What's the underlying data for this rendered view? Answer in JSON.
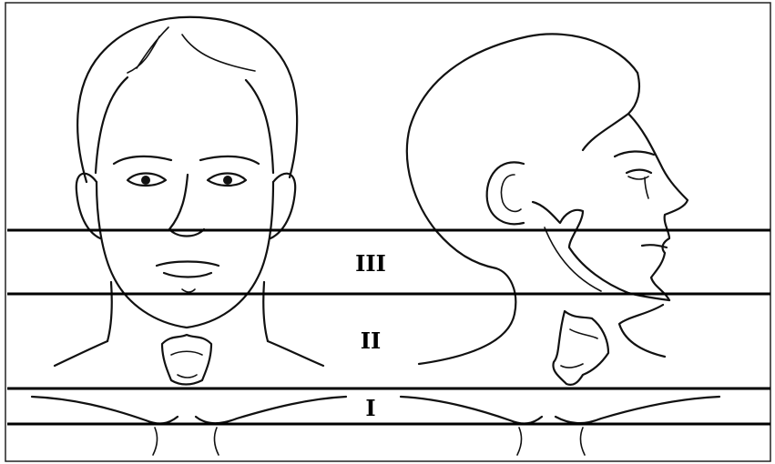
{
  "zones": [
    {
      "label": "III"
    },
    {
      "label": "II"
    },
    {
      "label": "I"
    }
  ]
}
